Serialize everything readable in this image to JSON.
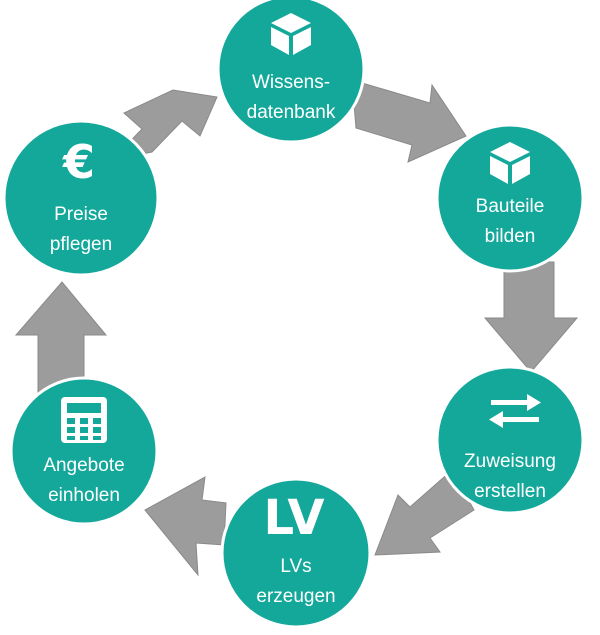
{
  "colors": {
    "node_fill": "#14a89b",
    "node_stroke": "#ffffff",
    "arrow_fill": "#9c9c9c",
    "icon": "#ffffff"
  },
  "nodes": [
    {
      "id": "wissensdatenbank",
      "icon": "box-icon",
      "line1": "Wissens-",
      "line2": "datenbank"
    },
    {
      "id": "bauteile-bilden",
      "icon": "box-icon",
      "line1": "Bauteile",
      "line2": "bilden"
    },
    {
      "id": "zuweisung-erstellen",
      "icon": "swap-arrows-icon",
      "line1": "Zuweisung",
      "line2": "erstellen"
    },
    {
      "id": "lvs-erzeugen",
      "icon": "lv-icon",
      "icon_text": "LV",
      "line1": "LVs",
      "line2": "erzeugen"
    },
    {
      "id": "angebote-einholen",
      "icon": "calculator-icon",
      "line1": "Angebote",
      "line2": "einholen"
    },
    {
      "id": "preise-pflegen",
      "icon": "euro-icon",
      "icon_text": "€",
      "line1": "Preise",
      "line2": "pflegen"
    }
  ]
}
